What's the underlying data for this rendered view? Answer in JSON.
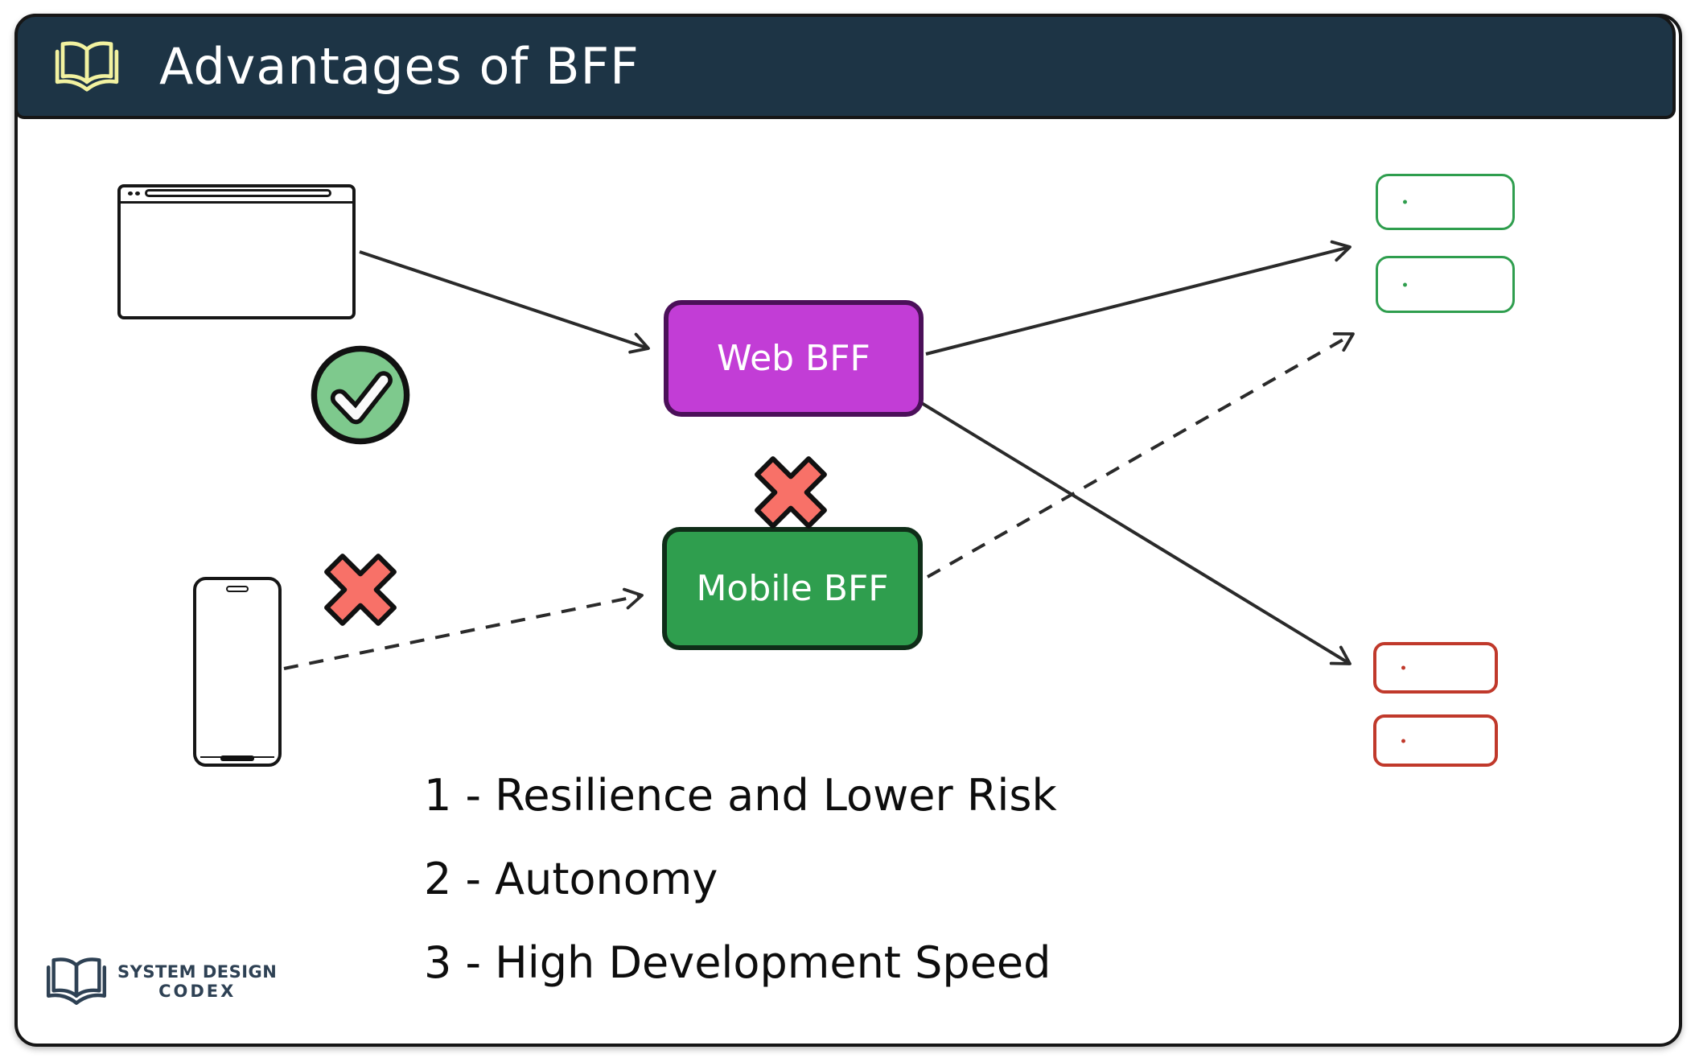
{
  "header": {
    "title": "Advantages of BFF",
    "icon": "book-icon"
  },
  "nodes": {
    "web_bff": "Web BFF",
    "mobile_bff": "Mobile BFF"
  },
  "clients": {
    "browser_icon": "browser-window-icon",
    "phone_icon": "mobile-phone-icon"
  },
  "marks": {
    "approve_icon": "check-circle-icon",
    "reject_icon": "cross-x-icon"
  },
  "advantages": [
    "1 - Resilience and Lower Risk",
    "2 - Autonomy",
    "3 - High Development Speed"
  ],
  "logo": {
    "line1": "SYSTEM DESIGN",
    "line2": "CODEX"
  },
  "colors": {
    "header_bg": "#1d3445",
    "web_bff_fill": "#c23dd6",
    "web_bff_border": "#4b1059",
    "mobile_bff_fill": "#2f9e4e",
    "mobile_bff_border": "#0f2d18",
    "check_fill": "#7ec98d",
    "cross_fill": "#f87168",
    "green_service_outline": "#2f9e4e",
    "red_service_outline": "#c0392b",
    "book_icon_yellow": "#f2f2a0",
    "logo_navy": "#2e4154",
    "arrow": "#2a2a2a"
  }
}
